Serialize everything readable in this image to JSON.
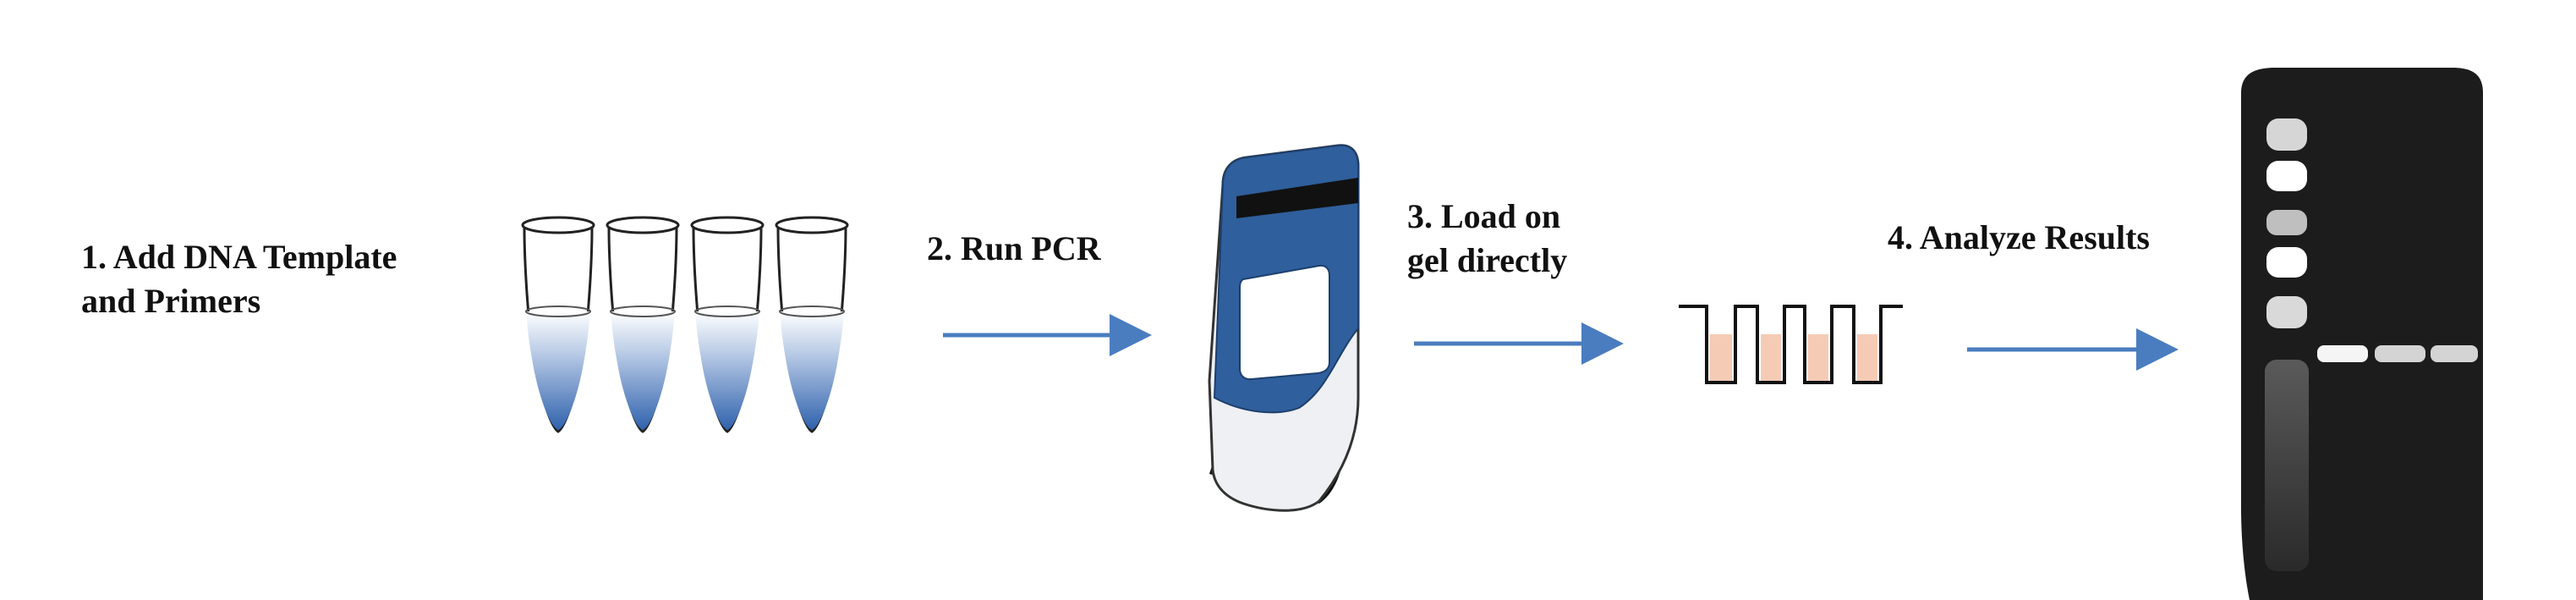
{
  "steps": [
    {
      "lines": [
        "1. Add DNA Template",
        "and Primers"
      ]
    },
    {
      "lines": [
        "2. Run PCR"
      ]
    },
    {
      "lines": [
        "3. Load on",
        "gel directly"
      ]
    },
    {
      "lines": [
        "4. Analyze Results"
      ]
    }
  ],
  "colors": {
    "arrow": "#4a7dbf",
    "tube_liquid": "#3f6fb5",
    "machine_blue": "#2f5f9c",
    "well_fill": "#f6cbb5",
    "gel_background": "#1c1c1c",
    "band": "#e6e6e6"
  },
  "icons": [
    "pcr-tubes-icon",
    "thermocycler-icon",
    "gel-wells-icon",
    "gel-image-icon",
    "arrow-right-icon"
  ]
}
